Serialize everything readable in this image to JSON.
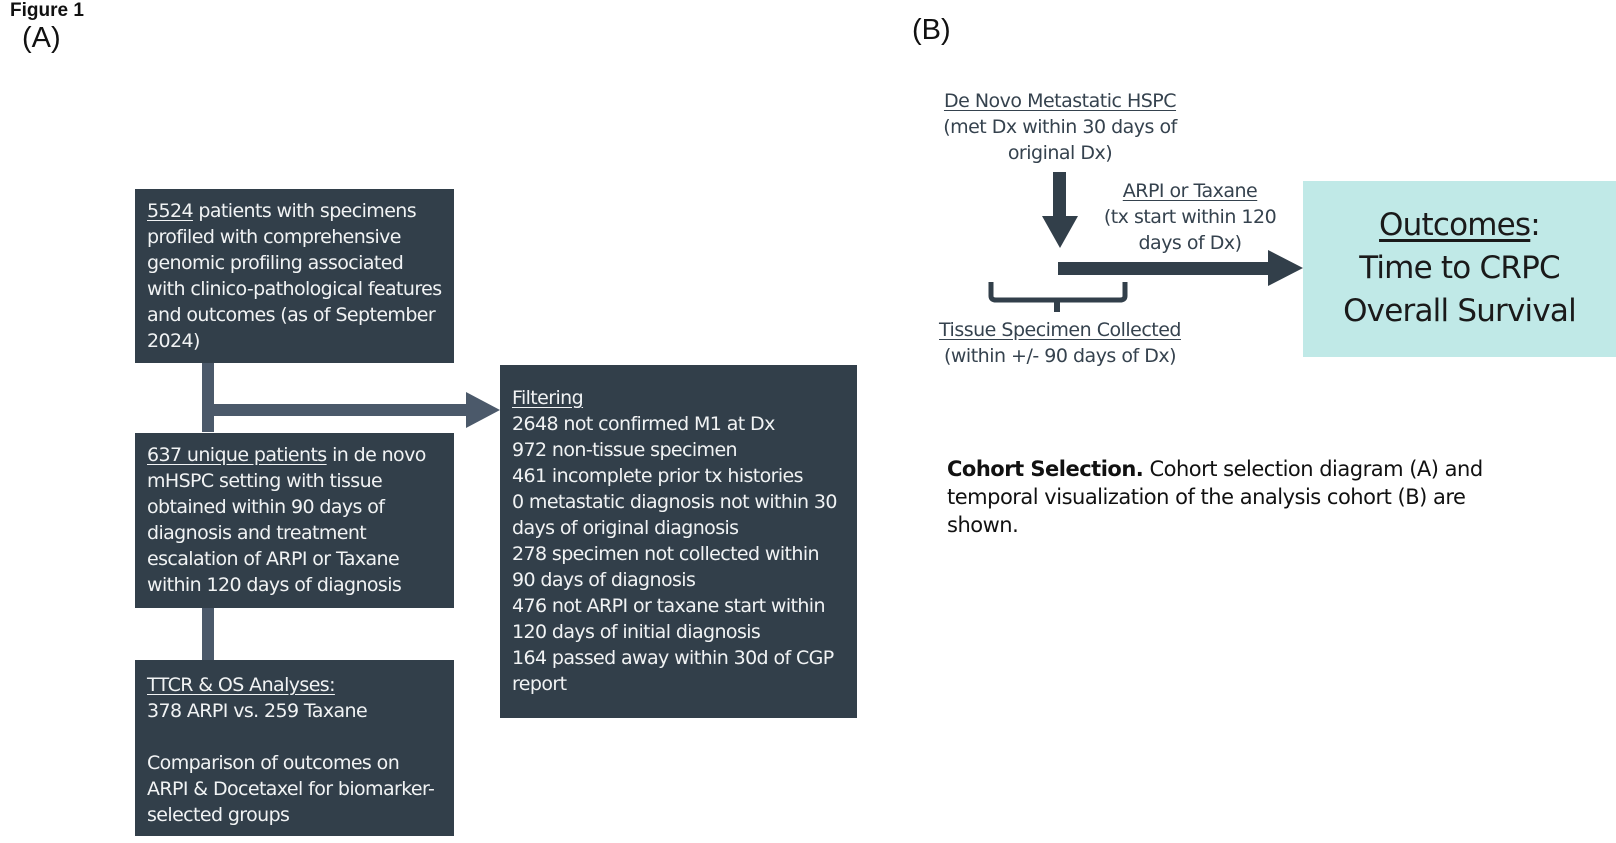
{
  "figure_title": "Figure 1",
  "panel_a": {
    "label": "(A)",
    "box_total": {
      "count": "5524",
      "text": " patients with specimens profiled with comprehensive genomic profiling associated with clinico-pathological features and outcomes (as of September 2024)"
    },
    "box_cohort": {
      "count_label": "637 unique patients",
      "text": " in de novo mHSPC setting with tissue obtained within 90 days of diagnosis and treatment escalation of ARPI or Taxane within 120 days of diagnosis"
    },
    "box_filtering": {
      "heading": "Filtering",
      "items": [
        "2648 not confirmed M1 at Dx",
        "972 non-tissue specimen",
        "461 incomplete prior tx histories",
        "0 metastatic diagnosis not within 30 days of original diagnosis",
        "278 specimen not collected within 90 days of diagnosis",
        "476 not ARPI or taxane start within 120 days of initial diagnosis",
        "164 passed away within 30d of CGP report"
      ]
    },
    "box_analyses": {
      "heading": "TTCR & OS Analyses:",
      "line1": "378 ARPI vs. 259 Taxane",
      "line2": "Comparison of outcomes on ARPI & Docetaxel for biomarker-selected groups"
    }
  },
  "panel_b": {
    "label": "(B)",
    "start": {
      "heading": "De Novo Metastatic HSPC",
      "detail": "(met Dx within 30 days of original Dx)"
    },
    "treatment": {
      "heading": "ARPI or Taxane",
      "detail": "(tx start within 120 days of Dx)"
    },
    "tissue": {
      "heading": "Tissue Specimen Collected",
      "detail": "(within +/- 90 days of Dx)"
    },
    "outcomes": {
      "heading": "Outcomes",
      "colon": ":",
      "line1": "Time to CRPC",
      "line2": "Overall Survival"
    }
  },
  "caption": {
    "bold": "Cohort Selection.",
    "text": " Cohort selection diagram (A) and temporal visualization of the analysis cohort (B) are shown."
  },
  "colors": {
    "box_fill": "#323f4a",
    "connector": "#4b596a",
    "outcome_fill": "#c0e9e7"
  }
}
